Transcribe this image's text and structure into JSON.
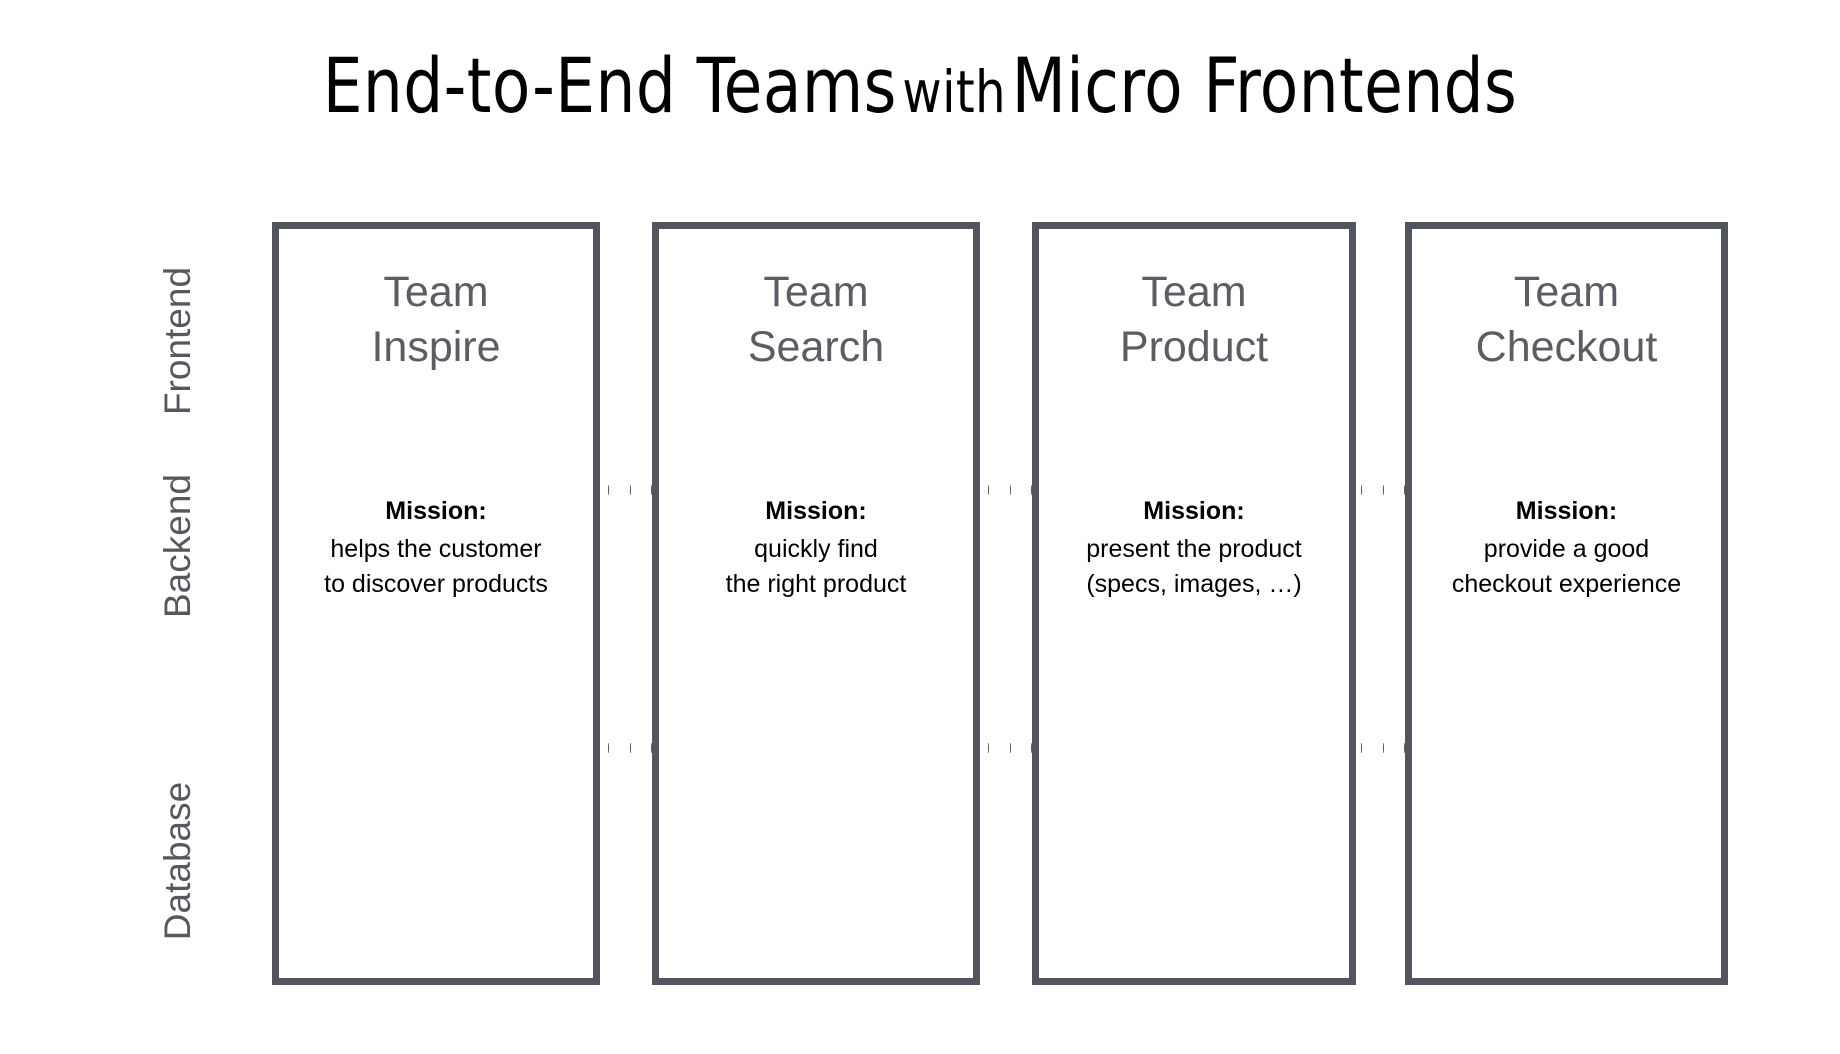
{
  "title": {
    "part1": "End-to-End Teams",
    "part2": "with",
    "part3": "Micro Frontends"
  },
  "axis": {
    "layers": [
      {
        "label": "Frontend"
      },
      {
        "label": "Backend"
      },
      {
        "label": "Database"
      }
    ]
  },
  "separators": {
    "lead_dot_count": 7,
    "gap_dot_count": 3
  },
  "teams": [
    {
      "title_line1": "Team",
      "title_line2": "Inspire",
      "mission_label": "Mission:",
      "mission_line1": "helps the customer",
      "mission_line2": "to discover products"
    },
    {
      "title_line1": "Team",
      "title_line2": "Search",
      "mission_label": "Mission:",
      "mission_line1": "quickly find",
      "mission_line2": "the right product"
    },
    {
      "title_line1": "Team",
      "title_line2": "Product",
      "mission_label": "Mission:",
      "mission_line1": "present the product",
      "mission_line2": "(specs, images, …)"
    },
    {
      "title_line1": "Team",
      "title_line2": "Checkout",
      "mission_label": "Mission:",
      "mission_line1": "provide a good",
      "mission_line2": "checkout experience"
    }
  ],
  "colors": {
    "border": "#52555d",
    "muted_text": "#5a5d64",
    "body_text": "#000000",
    "background": "#ffffff"
  }
}
